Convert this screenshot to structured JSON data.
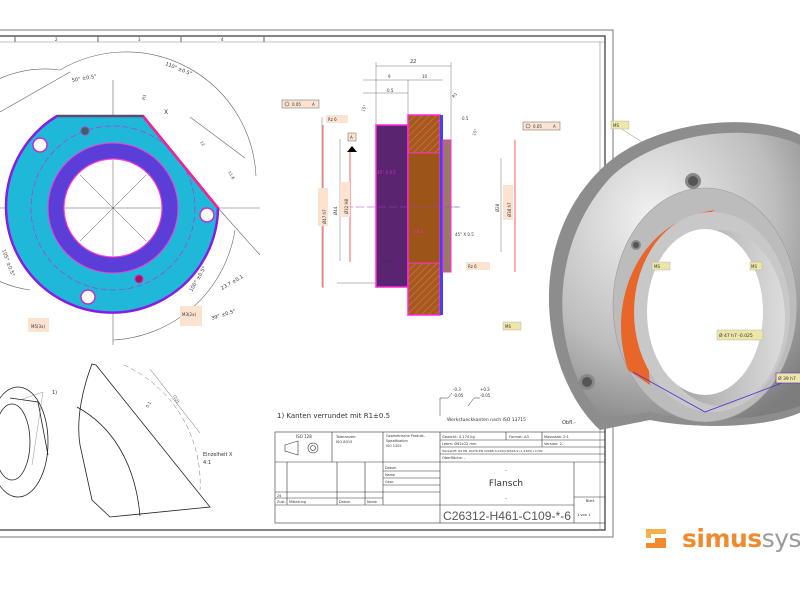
{
  "sheet": {
    "zone_numbers": [
      "2",
      "3",
      "4"
    ],
    "note_edges": "1) Kanten verrundet mit R1±0.5",
    "note_workpiece": "Werkstueckkanten nach ISO 13715",
    "edge_tol_1": [
      "-0.3",
      "-0.05"
    ],
    "edge_tol_2": [
      "+0.3",
      "-0.05"
    ],
    "surface_label": "Obfl.-",
    "detail_label": "Einzelheit X",
    "detail_scale": "4:1",
    "detail_note_ref": "1)",
    "detail_dims": [
      "0.1",
      "(12)"
    ]
  },
  "front_view": {
    "dims": [
      "50° ±0.5°",
      "110° ±0.5°",
      "105° ±0.5°",
      "100° ±0.5°",
      "39° ±0.5°",
      "23.7 ±0.1",
      "R1",
      "12",
      "11.6",
      "X"
    ],
    "tags": [
      "M5(3x)",
      "M3(2x)"
    ]
  },
  "section_view": {
    "dims": [
      "22",
      "9",
      "10",
      "0.5",
      "0.5",
      "R1",
      "15°",
      "15°",
      "Ø44",
      "Ø28",
      "45° X 0.5",
      "45° X 0.5",
      "38.5"
    ],
    "fit_labels": [
      "Ø47 h7",
      "Ø32 H8",
      "Ø38 h7"
    ],
    "tolerance_frames": [
      "0.05",
      "A"
    ],
    "datum": "A",
    "roughness": "Rz 6"
  },
  "title_block": {
    "iso_projection": "ISO 128",
    "tolerances_label": "Toleranzen:",
    "tolerances_value": "ISO 8015",
    "gps_label": "Geometrische Produkt-",
    "gps_label2": "Spezifikation",
    "gps_value": "ISO 1302",
    "weight": "Gewicht: 0.174 kg",
    "format": "Format: A3",
    "scale": "Massstab: 2:1",
    "dimensions": "Lebm: Ø62x22 mm",
    "version": "Version: 2-",
    "material": "Werkstoff: Rd EN 10278-EN 10088-3-X10CrNiS18-9 (1.4305)+C700",
    "surface": "Oberfläche: -",
    "date_label": "Datum",
    "name_label": "Name",
    "checked_label": "Gepr.",
    "revision_index": "24",
    "rev_cols": [
      "Zust.",
      "Mitteilung",
      "Datum",
      "Name"
    ],
    "title_dash_top": "-",
    "title": "Flansch",
    "title_dash_bottom": "-",
    "drawing_number": "C26312-H461-C109-*-6",
    "sheet_label": "Blatt",
    "sheet_count": "1 von 1"
  },
  "model_view": {
    "annotations": [
      "MS",
      "MS",
      "MS",
      "MS",
      "Ø 47 h7 -0.025",
      "Ø 39 h7"
    ],
    "accent_color": "#e8662a"
  },
  "logo": {
    "word_bold": "simus",
    "word_light": "sys",
    "color": "#ef8a2e"
  }
}
